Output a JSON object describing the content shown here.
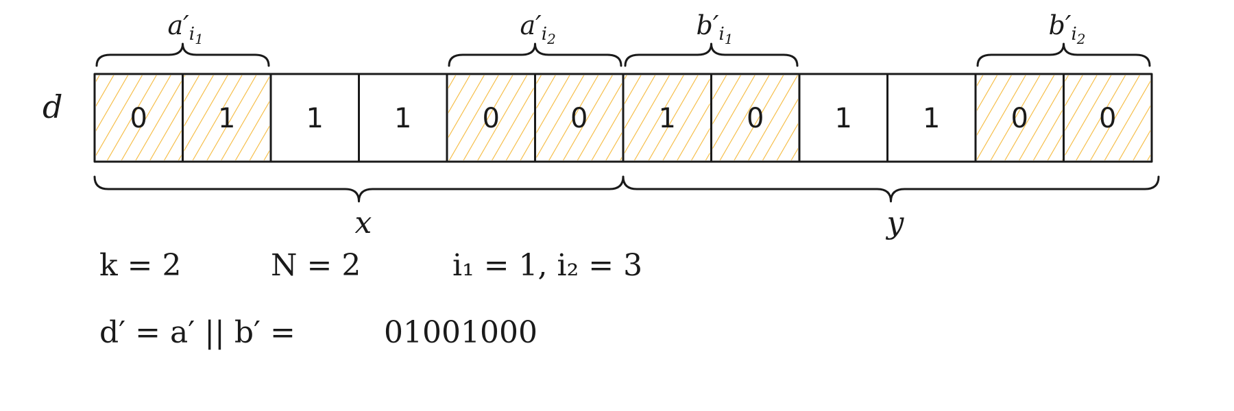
{
  "row_label": "d",
  "cells": [
    {
      "bit": "0",
      "highlighted": true
    },
    {
      "bit": "1",
      "highlighted": true
    },
    {
      "bit": "1",
      "highlighted": false
    },
    {
      "bit": "1",
      "highlighted": false
    },
    {
      "bit": "0",
      "highlighted": true
    },
    {
      "bit": "0",
      "highlighted": true
    },
    {
      "bit": "1",
      "highlighted": true
    },
    {
      "bit": "0",
      "highlighted": true
    },
    {
      "bit": "1",
      "highlighted": false
    },
    {
      "bit": "1",
      "highlighted": false
    },
    {
      "bit": "0",
      "highlighted": true
    },
    {
      "bit": "0",
      "highlighted": true
    }
  ],
  "top_braces": [
    {
      "base": "a",
      "sub": "i",
      "subsub": "1"
    },
    {
      "base": "a",
      "sub": "i",
      "subsub": "2"
    },
    {
      "base": "b",
      "sub": "i",
      "subsub": "1"
    },
    {
      "base": "b",
      "sub": "i",
      "subsub": "2"
    }
  ],
  "bottom_braces": [
    {
      "label": "x"
    },
    {
      "label": "y"
    }
  ],
  "params": {
    "k": "k = 2",
    "N": "N = 2",
    "indices": "i₁ = 1,  i₂ = 3"
  },
  "formula": "d′ = a′ || b′ =",
  "result_bits": "01001000",
  "colors": {
    "hatch": "#f5b93a",
    "ink": "#1a1a1a"
  }
}
